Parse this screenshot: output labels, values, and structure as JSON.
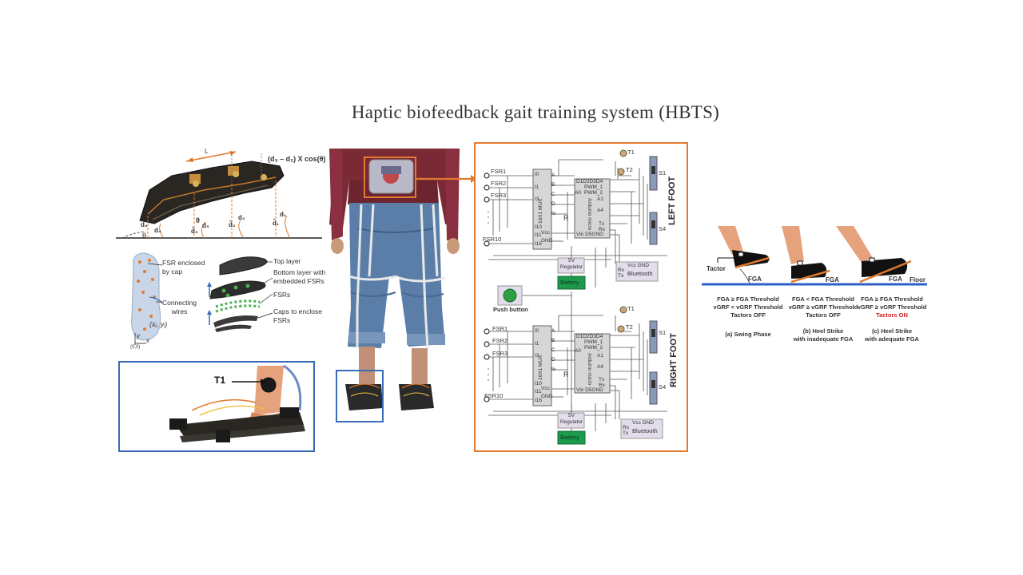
{
  "title": "Haptic biofeedback gait training system (HBTS)",
  "colors": {
    "orange": "#e07a2e",
    "blue": "#3a6bb8",
    "battery_green": "#1e9a4c",
    "push_green": "#2ea043",
    "red": "#d62020",
    "floor_blue": "#2f5fc4",
    "skin": "#e6a27c"
  },
  "insole_panel": {
    "L": "L",
    "formula": "(d₃ – d₂) X cos(θ)",
    "d1": "d₁",
    "d2": "d₂",
    "d3": "d₃",
    "d4": "d₄",
    "d1hat": "d̂₁",
    "d2hat": "d̂₂",
    "d3hat": "d̂₃",
    "d4hat": "d̂₄",
    "theta": "θ",
    "theta2": "θ",
    "fsr_cap": "FSR enclosed\nby cap",
    "connecting_wires": "Connecting\nwires",
    "xy": "(xᵢ, yᵢ)",
    "origin": "(0,0)",
    "x_axis": "x",
    "y_axis": "y",
    "top_layer": "Top layer",
    "bottom_layer": "Bottom layer with\nembedded FSRs",
    "fsrs": "FSRs",
    "caps": "Caps to enclose\nFSRs",
    "t1": "T1"
  },
  "circuit": {
    "left_foot": "LEFT FOOT",
    "right_foot": "RIGHT FOOT",
    "fsr": [
      "FSR1",
      "FSR2",
      "FSR3",
      "FSR10"
    ],
    "mux": "16X1 MUX",
    "mux_pins_left": [
      "I0",
      "I1",
      "I3",
      "I10",
      "I11",
      "I16"
    ],
    "mux_pins_right": [
      "A",
      "B",
      "C",
      "D",
      "Io"
    ],
    "vcc": "Vcc",
    "gnd": "GND",
    "r": "R",
    "arduino": "Arduino micro",
    "d_pins": "D1D2D3D4",
    "pwm1": "PWM_1",
    "pwm2": "PWM_2",
    "a0": "A0",
    "a1": "A1",
    "a4": "A4",
    "tx": "Tx",
    "rx": "Rx",
    "vin": "Vin D5GND",
    "t1": "T1",
    "t2": "T2",
    "s1": "S1",
    "s4": "S4",
    "reg": "5V\nRegulator",
    "battery": "Battery",
    "bt": "Bluetooth",
    "bt_pins": "Vcc  GND",
    "bt_rx": "Rx",
    "bt_tx": "Tx",
    "push": "Push button"
  },
  "phases": {
    "tactor": "Tactor",
    "fga": "FGA",
    "floor": "Floor",
    "a": {
      "l1": "FGA ≥ FGA Threshold",
      "l2": "vGRF < vGRF Threshold",
      "l3": "Tactors OFF",
      "caption": "(a) Swing Phase"
    },
    "b": {
      "l1": "FGA < FGA Threshold",
      "l2": "vGRF ≥ vGRF Threshold",
      "l3": "Tactors OFF",
      "caption1": "(b) Heel Strike",
      "caption2": "with inadequate FGA"
    },
    "c": {
      "l1": "FGA ≥ FGA Threshold",
      "l2": "vGRF ≥ vGRF Threshold",
      "l3": "Tactors ON",
      "caption1": "(c) Heel Strike",
      "caption2": "with adequate FGA"
    }
  }
}
